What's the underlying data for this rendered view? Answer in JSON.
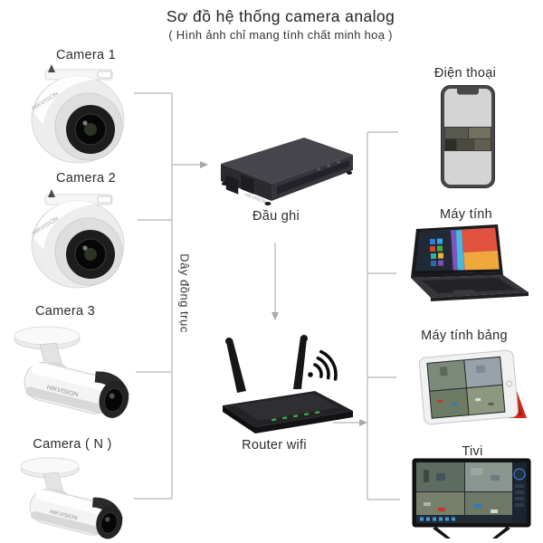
{
  "header": {
    "title": "Sơ đồ hệ thống camera analog",
    "subtitle": "( Hình ảnh chỉ mang tính chất minh hoạ )"
  },
  "cameras": [
    {
      "label": "Camera 1",
      "type": "dome"
    },
    {
      "label": "Camera 2",
      "type": "dome"
    },
    {
      "label": "Camera 3",
      "type": "bullet"
    },
    {
      "label": "Camera ( N )",
      "type": "bullet"
    }
  ],
  "hub": {
    "dvr_label": "Đầu ghi",
    "router_label": "Router wifi",
    "cable_label": "Dây đồng trục",
    "camera_brand": "HIKVISION"
  },
  "devices": [
    {
      "label": "Điện thoại",
      "type": "phone"
    },
    {
      "label": "Máy tính",
      "type": "laptop"
    },
    {
      "label": "Máy tính bảng",
      "type": "tablet"
    },
    {
      "label": "Tivi",
      "type": "tv"
    }
  ],
  "colors": {
    "line": "#b5b5b5",
    "text": "#2b2b2b",
    "device_dark": "#1a1a1d",
    "tablet_cover_red": "#d7261b",
    "led_green": "#3fc24f"
  }
}
